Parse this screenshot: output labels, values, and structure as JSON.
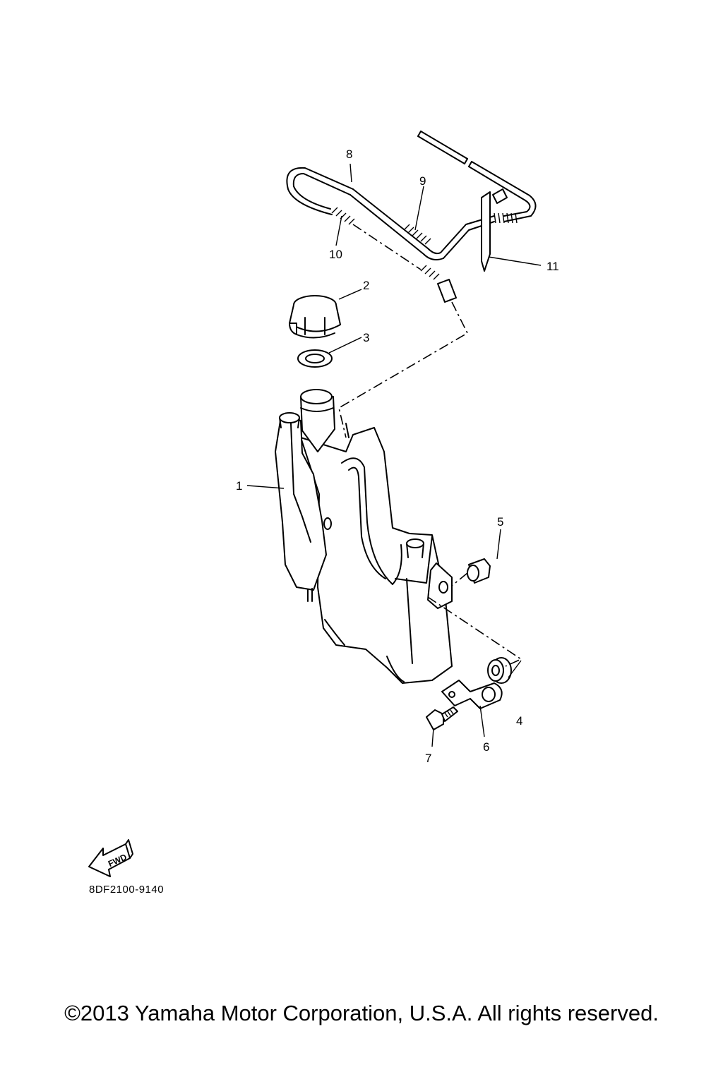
{
  "diagram": {
    "callouts": [
      "1",
      "2",
      "3",
      "4",
      "5",
      "6",
      "7",
      "8",
      "9",
      "10",
      "11"
    ],
    "fwd_label": "FWD",
    "code": "8DF2100-9140"
  },
  "footer": {
    "copyright": "©2013 Yamaha Motor Corporation, U.S.A. All rights reserved."
  }
}
